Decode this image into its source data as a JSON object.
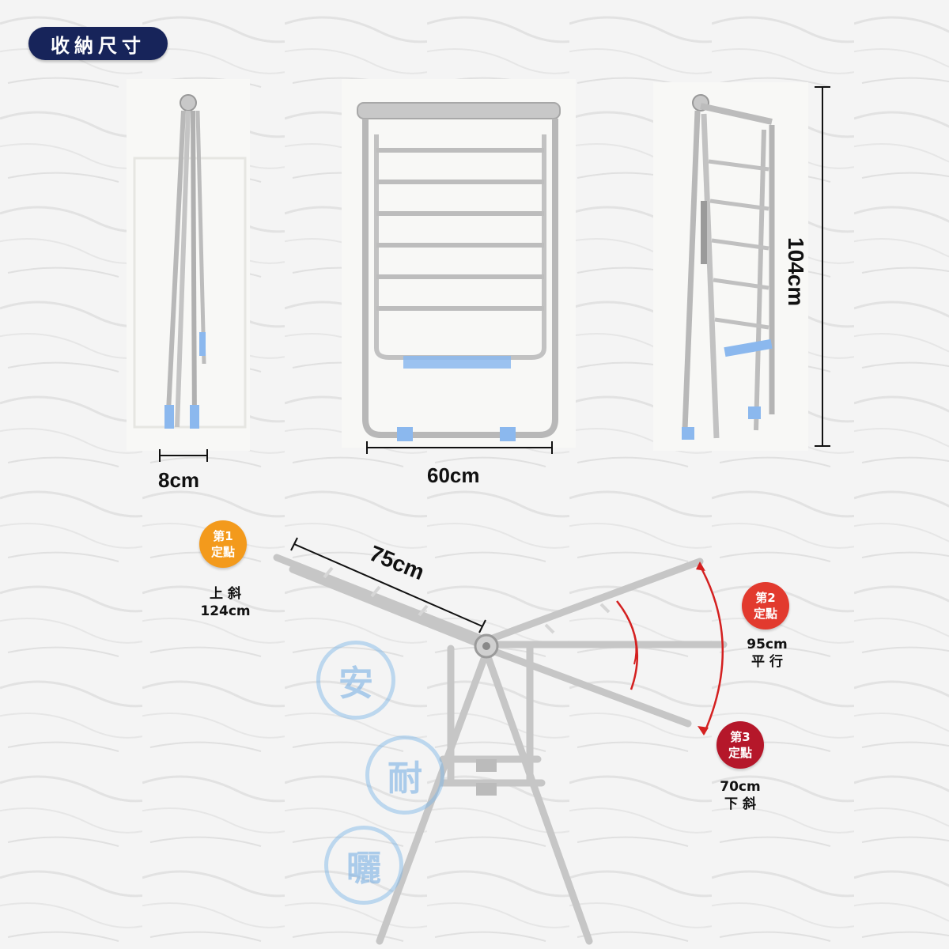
{
  "header": {
    "title": "收納尺寸"
  },
  "dimensions": {
    "side_width": "8cm",
    "front_width": "60cm",
    "height": "104cm",
    "wing_length": "75cm"
  },
  "positions": [
    {
      "badge_line1": "第1",
      "badge_line2": "定點",
      "desc_line1": "上 斜",
      "desc_line2": "124cm",
      "color": "#f39a1c"
    },
    {
      "badge_line1": "第2",
      "badge_line2": "定點",
      "desc_line1": "95cm",
      "desc_line2": "平 行",
      "color": "#e23a2e"
    },
    {
      "badge_line1": "第3",
      "badge_line2": "定點",
      "desc_line1": "70cm",
      "desc_line2": "下 斜",
      "color": "#b5172a"
    }
  ],
  "colors": {
    "navy": "#17245a",
    "steel": "#bdbdbd",
    "clip_blue": "#8bb8ee",
    "arrow_red": "#d42020"
  }
}
